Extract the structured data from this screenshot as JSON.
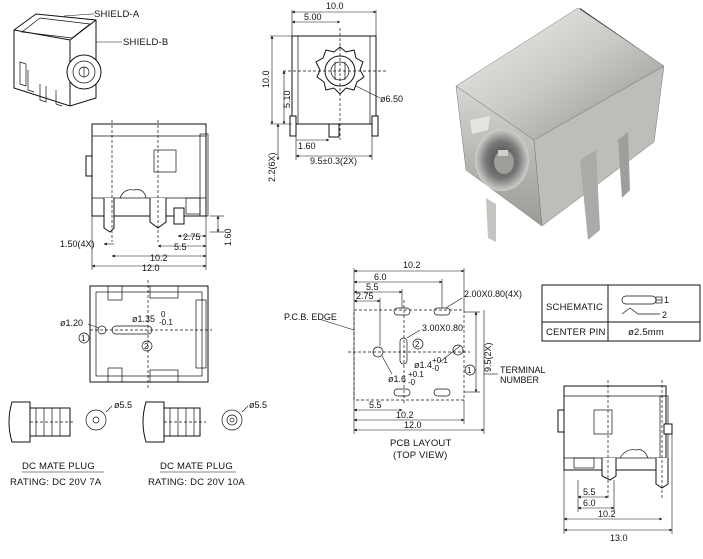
{
  "labels": {
    "shield_a": "SHIELD-A",
    "shield_b": "SHIELD-B",
    "pcb_edge": "P.C.B. EDGE",
    "pcb_layout": "PCB LAYOUT",
    "top_view": "(TOP VIEW)",
    "terminal_number_1": "TERMINAL",
    "terminal_number_2": "NUMBER",
    "pin1": "1",
    "pin2": "2"
  },
  "front_view": {
    "width": "10.0",
    "half_width": "5.00",
    "height": "10.0",
    "half_height": "5.10",
    "hole_dia": "ø6.50",
    "pin_dim": "1.60",
    "pitch": "9.5±0.3(2X)",
    "pin_len": "2.2(6X)"
  },
  "side_view": {
    "pin_width": "1.50(4X)",
    "d275": "2.75",
    "d55": "5.5",
    "d102": "10.2",
    "d120": "12.0",
    "d160": "1.60"
  },
  "bottom_view": {
    "hole_120": "ø1.20",
    "hole_135": "ø1.35",
    "tol_135_plus": "0",
    "tol_135_minus": "-0.1"
  },
  "pcb": {
    "d102": "10.2",
    "d60": "6.0",
    "d55": "5.5",
    "d275": "2.75",
    "slot_4x": "2.00X0.80(4X)",
    "slot_300": "3.00X0.80",
    "hole_14": "ø1.4",
    "hole_14_tol_plus": "+0.1",
    "hole_14_tol_minus": "-0",
    "hole_16": "ø1.6",
    "hole_16_tol_plus": "+0.1",
    "hole_16_tol_minus": "-0",
    "bot_55": "5.5",
    "bot_102": "10.2",
    "bot_120": "12.0",
    "side_95": "9.5(2X)"
  },
  "schematic": {
    "label": "SCHEMATIC",
    "center_pin_label": "CENTER PIN",
    "center_pin_value": "ø2.5mm",
    "pin1": "1",
    "pin2": "2"
  },
  "plugs": [
    {
      "title": "DC MATE PLUG",
      "rating": "RATING:  DC  20V  7A",
      "dia": "ø5.5"
    },
    {
      "title": "DC MATE PLUG",
      "rating": "RATING:  DC  20V  10A",
      "dia": "ø5.5"
    }
  ],
  "right_side": {
    "d55": "5.5",
    "d60": "6.0",
    "d102": "10.2",
    "d130": "13.0"
  }
}
